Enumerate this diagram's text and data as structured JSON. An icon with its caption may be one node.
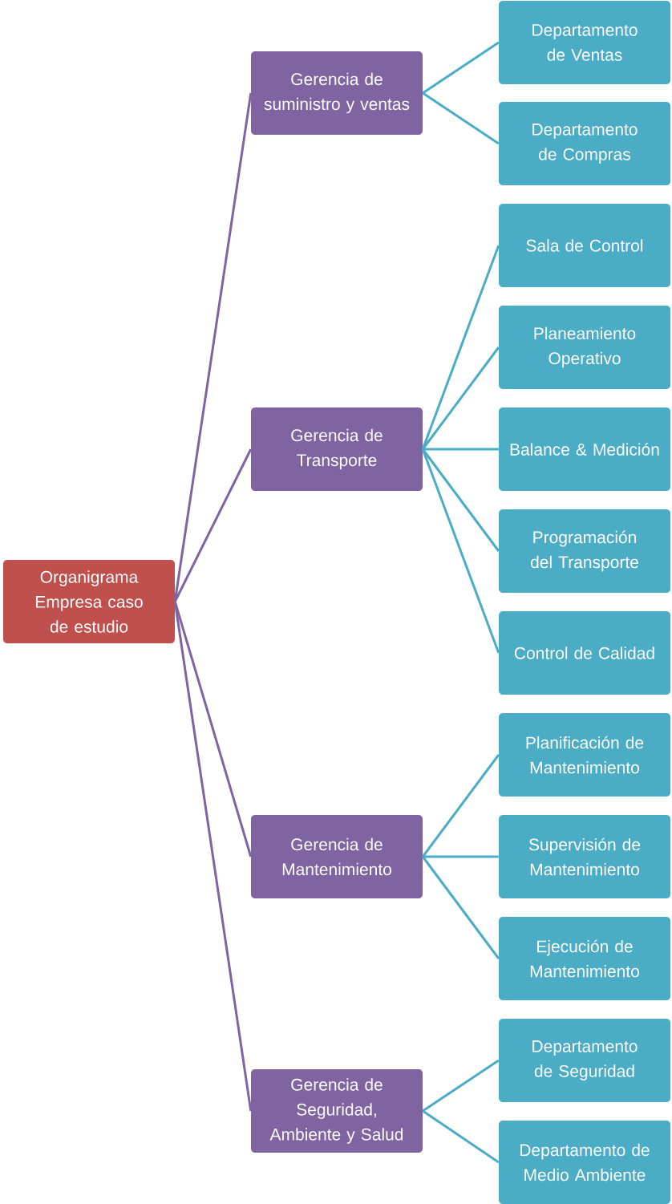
{
  "diagram": {
    "nodes": [
      {
        "text": [
          "Organigrama Empresa caso de estudio"
        ]
      },
      {
        "text": [
          "Gerencia de suministro y ventas"
        ]
      },
      {
        "text": [
          "Gerencia de Transporte"
        ]
      },
      {
        "text": [
          "Gerencia de Mantenimiento"
        ]
      },
      {
        "text": [
          "Gerencia de Seguridad, Ambiente y Salud"
        ]
      },
      {
        "text": [
          "Departamento de Ventas"
        ]
      },
      {
        "text": [
          "Departamento de Compras"
        ]
      },
      {
        "text": [
          "Sala de Control"
        ]
      },
      {
        "text": [
          "Planeamiento Operativo"
        ]
      },
      {
        "text": [
          "Balance & Medición"
        ]
      },
      {
        "text": [
          "Programación del Transporte"
        ]
      },
      {
        "text": [
          "Control de Calidad"
        ]
      },
      {
        "text": [
          "Planificación de Mantenimiento"
        ]
      },
      {
        "text": [
          "Supervisión de Mantenimiento"
        ]
      },
      {
        "text": [
          "Ejecución de Mantenimiento"
        ]
      },
      {
        "text": [
          "Departamento de Seguridad"
        ]
      },
      {
        "text": [
          "Departamento de Medio Ambiente"
        ]
      }
    ],
    "edges": [
      {
        "from": 0,
        "to": 1,
        "arrow": "none",
        "color": "#8064a2"
      },
      {
        "from": 0,
        "to": 2,
        "arrow": "none",
        "color": "#8064a2"
      },
      {
        "from": 0,
        "to": 3,
        "arrow": "none",
        "color": "#8064a2"
      },
      {
        "from": 0,
        "to": 4,
        "arrow": "none",
        "color": "#8064a2"
      },
      {
        "from": 1,
        "to": 5,
        "arrow": "none"
      },
      {
        "from": 1,
        "to": 6,
        "arrow": "none"
      },
      {
        "from": 2,
        "to": 7,
        "arrow": "none"
      },
      {
        "from": 2,
        "to": 8,
        "arrow": "none"
      },
      {
        "from": 2,
        "to": 9,
        "arrow": "none"
      },
      {
        "from": 2,
        "to": 10,
        "arrow": "none"
      },
      {
        "from": 2,
        "to": 11,
        "arrow": "none"
      },
      {
        "from": 3,
        "to": 12,
        "arrow": "none"
      },
      {
        "from": 3,
        "to": 13,
        "arrow": "none"
      },
      {
        "from": 3,
        "to": 14,
        "arrow": "none"
      },
      {
        "from": 4,
        "to": 15,
        "arrow": "none"
      },
      {
        "from": 4,
        "to": 16,
        "arrow": "none"
      }
    ]
  }
}
